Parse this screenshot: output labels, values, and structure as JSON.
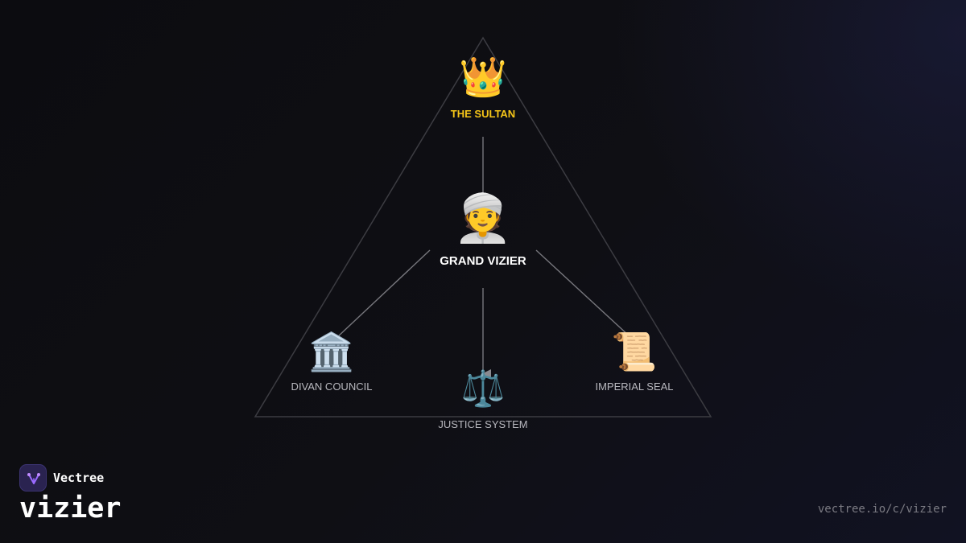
{
  "nodes": {
    "sultan": {
      "label": "THE SULTAN",
      "icon": "👑",
      "icon_name": "crown-icon",
      "color": "#f5c518"
    },
    "grand_vizier": {
      "label": "GRAND VIZIER",
      "icon": "👳",
      "icon_name": "turban-person-icon",
      "color": "#ffffff"
    },
    "divan_council": {
      "label": "DIVAN COUNCIL",
      "icon": "🏛️",
      "icon_name": "classical-building-icon",
      "color": "#b8b8be"
    },
    "justice_system": {
      "label": "JUSTICE SYSTEM",
      "icon": "⚖️",
      "icon_name": "balance-scale-icon",
      "color": "#b8b8be"
    },
    "imperial_seal": {
      "label": "IMPERIAL SEAL",
      "icon": "📜",
      "icon_name": "scroll-icon",
      "color": "#b8b8be"
    }
  },
  "edges": [
    {
      "from": "sultan",
      "to": "grand_vizier"
    },
    {
      "from": "grand_vizier",
      "to": "divan_council"
    },
    {
      "from": "grand_vizier",
      "to": "justice_system"
    },
    {
      "from": "grand_vizier",
      "to": "imperial_seal"
    }
  ],
  "branding": {
    "logo_name": "vectree-logo-icon",
    "name": "Vectree",
    "title": "vizier",
    "url": "vectree.io/c/vizier",
    "accent": "#7c4dff"
  }
}
